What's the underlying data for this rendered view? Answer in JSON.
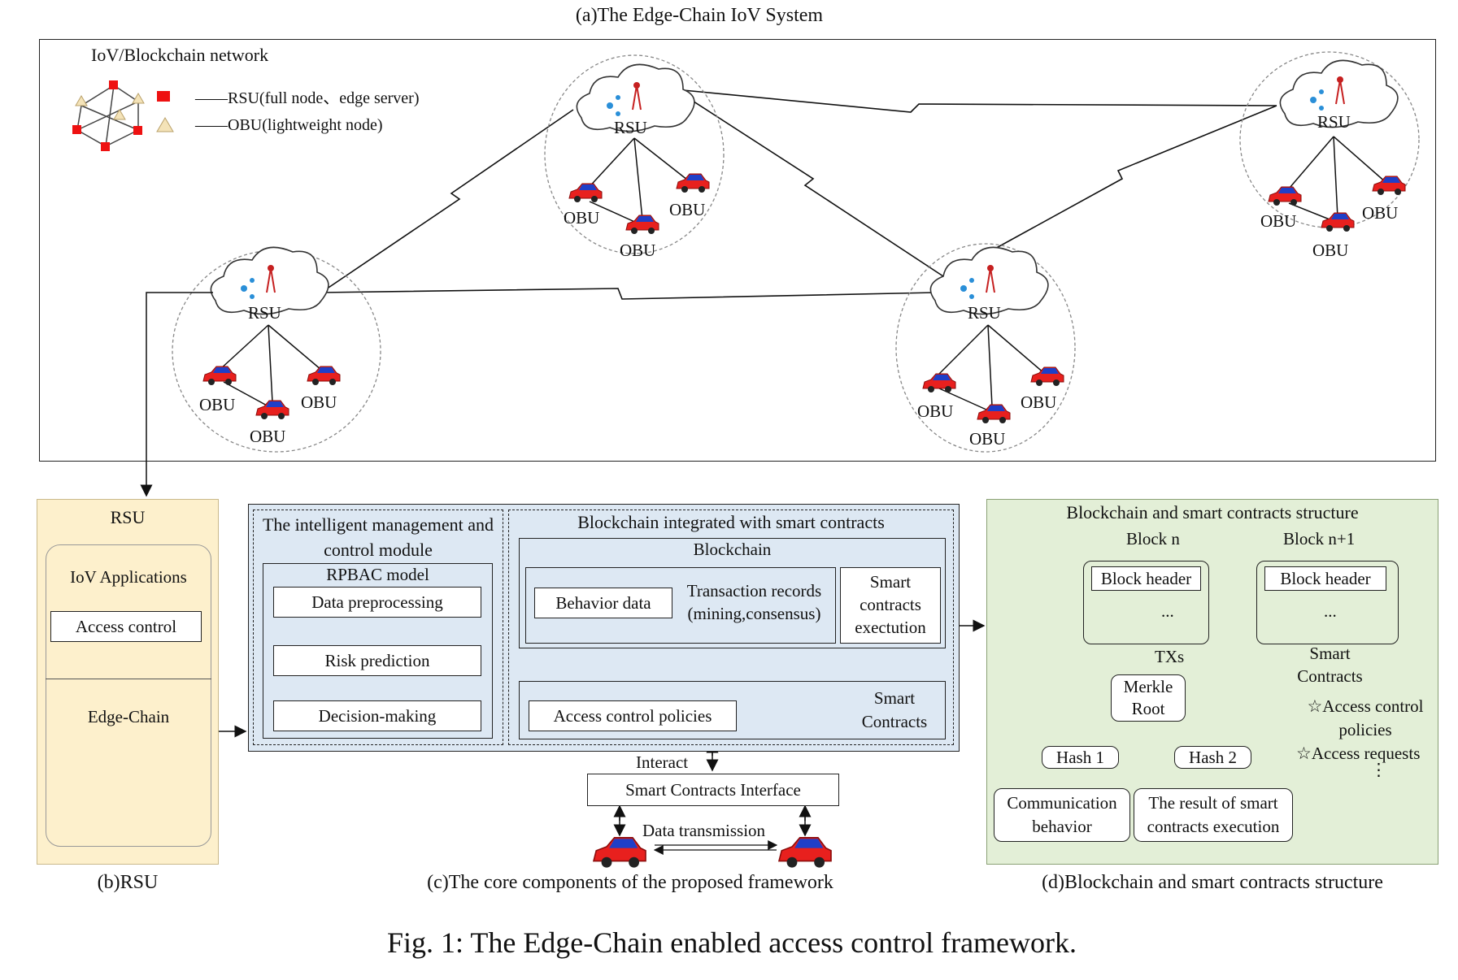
{
  "panel_a": {
    "title": "(a)The Edge-Chain IoV System",
    "network_label": "IoV/Blockchain network",
    "legend": {
      "rsu": "——RSU(full node、edge server)",
      "obu": "——OBU(lightweight node)"
    },
    "rsu_label": "RSU",
    "obu_label": "OBU"
  },
  "panel_b": {
    "heading": "RSU",
    "iov_apps": "IoV Applications",
    "access_control": "Access control",
    "edge_chain": "Edge-Chain",
    "caption": "(b)RSU"
  },
  "panel_c": {
    "module_title": "The intelligent management and control module",
    "rpbac_title": "RPBAC model",
    "step1": "Data preprocessing",
    "step2": "Risk prediction",
    "step3": "Decision-making",
    "blockchain_sc_title": "Blockchain integrated with smart contracts",
    "blockchain_title": "Blockchain",
    "behavior_data": "Behavior data",
    "tx_records": "Transaction records (mining,consensus)",
    "sc_execution": "Smart contracts exectution",
    "acp": "Access control policies",
    "smart_contracts": "Smart Contracts",
    "interact": "Interact",
    "sc_interface": "Smart Contracts Interface",
    "data_transmission": "Data transmission",
    "caption": "(c)The core components of the proposed framework"
  },
  "panel_d": {
    "title": "Blockchain and smart contracts structure",
    "block_n": "Block n",
    "block_n1": "Block n+1",
    "block_header": "Block header",
    "ellipsis": "...",
    "txs": "TXs",
    "smart_contracts": "Smart Contracts",
    "merkle_root": "Merkle Root",
    "hash1": "Hash 1",
    "hash2": "Hash 2",
    "comm_behavior": "Communication behavior",
    "sc_result": "The result of smart contracts execution",
    "acp": "☆Access control policies",
    "acr": "☆Access requests",
    "dots": "⋮",
    "caption": "(d)Blockchain and smart contracts structure"
  },
  "figure_caption": "Fig. 1: The Edge-Chain enabled access control framework.",
  "colors": {
    "rsu_panel_bg": "#fdf0cc",
    "core_panel_bg": "#dde8f3",
    "chain_panel_bg": "#e3efd7",
    "car_red": "#e8201e",
    "car_blue": "#1f3fc8",
    "rsu_square": "#ee1111",
    "obu_triangle": "#f4e3b8"
  },
  "icons": [
    "cloud-icon",
    "antenna-icon",
    "car-icon",
    "document-icon",
    "contract-icon",
    "network-graph-icon"
  ]
}
